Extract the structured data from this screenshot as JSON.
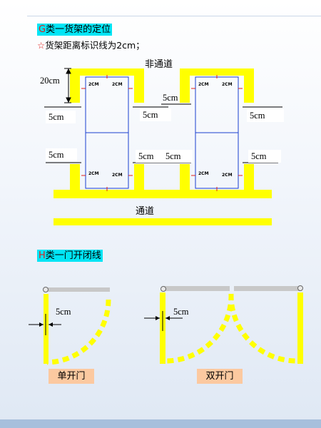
{
  "section_g": {
    "letter": "G",
    "title": "类一货架的定位"
  },
  "rule_text": {
    "star": "☆",
    "text": "货架距离标识线为2cm；"
  },
  "shelf_diagram": {
    "aisle_top_label": "非通道",
    "aisle_bottom_label": "通道",
    "height_label": "20cm",
    "gap_label": "5cm",
    "small_label": "2CM",
    "dimension_5cm": "5cm"
  },
  "section_h": {
    "letter": "H",
    "title": "类一门开闭线"
  },
  "door_diagram": {
    "single_door_label": "单开门",
    "double_door_label": "双开门",
    "dimension_label": "5cm"
  },
  "colors": {
    "yellow": "#ffff00",
    "heading_bg": "#00e5f5",
    "shelf_outline": "#1a3fcf",
    "door_label_bg": "#fcc9a0"
  }
}
